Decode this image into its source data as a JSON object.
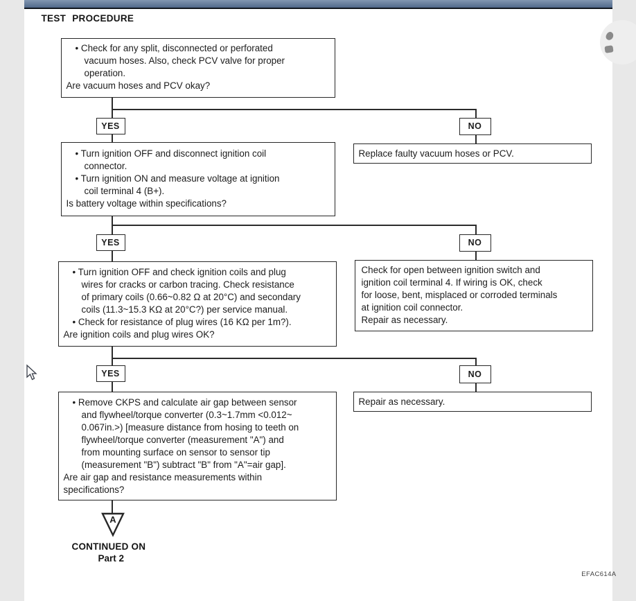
{
  "page": {
    "title": "TEST PROCEDURE",
    "doc_code": "EFAC614A",
    "continued_line1": "CONTINUED ON",
    "continued_line2": "Part 2",
    "connector_label": "A"
  },
  "flowchart": {
    "yes_label": "YES",
    "no_label": "NO",
    "steps": [
      {
        "lines": [
          "• Check for any split, disconnected or perforated",
          "vacuum hoses. Also, check PCV valve for proper",
          "operation.",
          "Are vacuum hoses and PCV okay?"
        ],
        "no_result": [
          "Replace faulty vacuum hoses or PCV."
        ]
      },
      {
        "lines": [
          "• Turn ignition OFF and disconnect ignition coil",
          "connector.",
          "• Turn ignition ON and measure voltage at ignition",
          "coil terminal 4 (B+).",
          "Is battery voltage within specifications?"
        ],
        "no_result": [
          "Check for open between ignition switch and",
          "ignition coil terminal 4. If wiring is OK, check",
          "for loose, bent, misplaced or corroded terminals",
          "at ignition coil connector.",
          "Repair as necessary."
        ]
      },
      {
        "lines": [
          "• Turn ignition OFF and check ignition coils and plug",
          "wires for cracks or carbon tracing. Check resistance",
          "of primary coils (0.66~0.82 Ω at 20°C) and secondary",
          "coils (11.3~15.3 KΩ at 20°C?) per service manual.",
          "• Check for resistance of plug wires (16 KΩ per 1m?).",
          "Are ignition coils and plug wires OK?"
        ],
        "no_result": [
          "Repair as necessary."
        ]
      },
      {
        "lines": [
          "• Remove CKPS and calculate air gap between sensor",
          "and flywheel/torque converter (0.3~1.7mm <0.012~",
          "0.067in.>) [measure distance from hosing to teeth on",
          "flywheel/torque converter (measurement \"A\") and",
          "from mounting surface on sensor to sensor tip",
          "(measurement \"B\") subtract \"B\" from \"A\"=air gap].",
          "Are air gap and resistance measurements within",
          "specifications?"
        ]
      }
    ]
  }
}
